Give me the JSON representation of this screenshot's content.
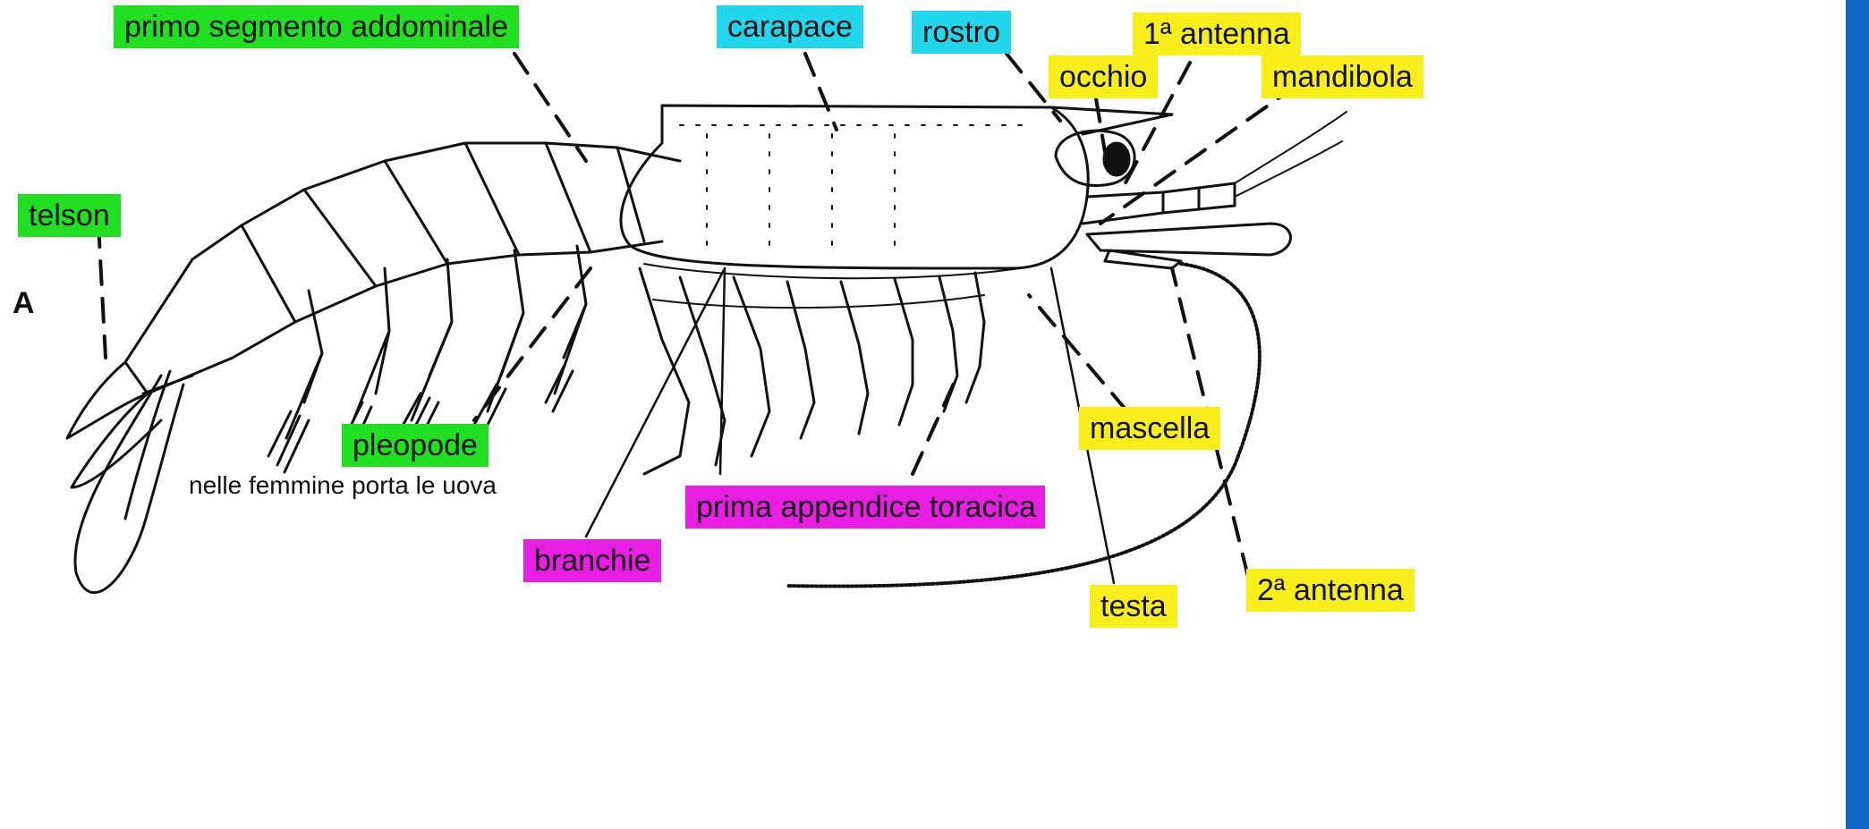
{
  "figure_letter": "A",
  "colors": {
    "green": "#21e021",
    "cyan": "#22d6ec",
    "yellow": "#f7ee1c",
    "magenta": "#e81ee2",
    "edge_blue": "#1165c2",
    "ink": "#111111"
  },
  "labels": {
    "primo_segmento": {
      "text": "primo segmento addominale",
      "color": "green"
    },
    "telson": {
      "text": "telson",
      "color": "green"
    },
    "pleopode": {
      "text": "pleopode",
      "color": "green"
    },
    "pleopode_note": "nelle femmine porta le uova",
    "carapace": {
      "text": "carapace",
      "color": "cyan"
    },
    "rostro": {
      "text": "rostro",
      "color": "cyan"
    },
    "occhio": {
      "text": "occhio",
      "color": "yellow"
    },
    "antenna1": {
      "text": "1ª  antenna",
      "color": "yellow"
    },
    "mandibola": {
      "text": "mandibola",
      "color": "yellow"
    },
    "mascella": {
      "text": "mascella",
      "color": "yellow"
    },
    "testa": {
      "text": "testa",
      "color": "yellow"
    },
    "antenna2": {
      "text": "2ª  antenna",
      "color": "yellow"
    },
    "branchie": {
      "text": "branchie",
      "color": "magenta"
    },
    "prima_appendice": {
      "text": "prima appendice toracica",
      "color": "magenta"
    }
  }
}
